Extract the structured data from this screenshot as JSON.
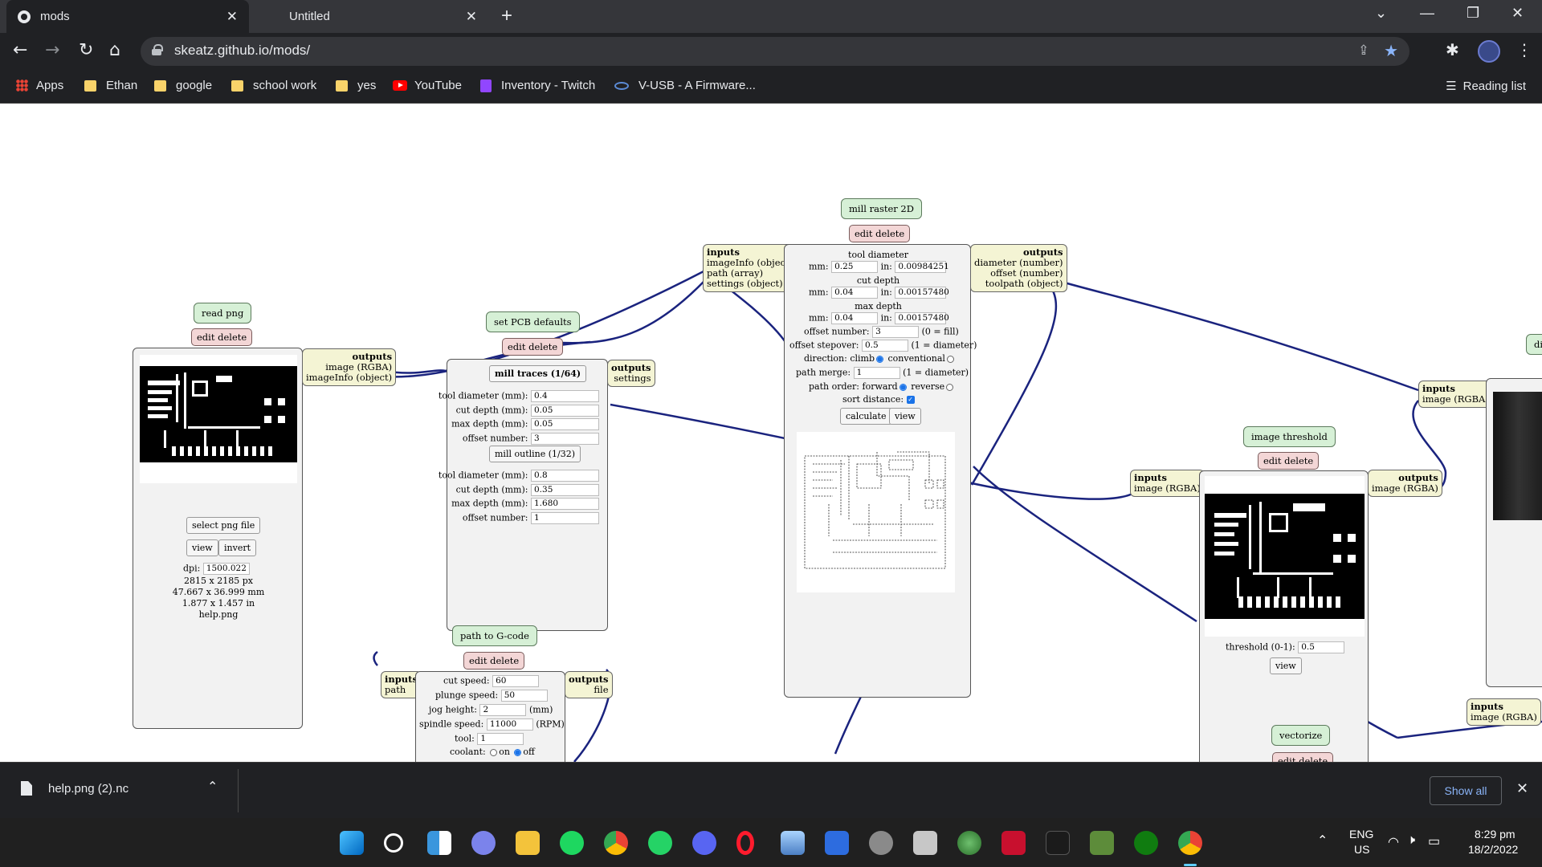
{
  "browser": {
    "tabs": [
      {
        "label": "mods",
        "active": true
      },
      {
        "label": "Untitled",
        "active": false
      }
    ],
    "url": "skeatz.github.io/mods/",
    "bookmarks": [
      "Apps",
      "Ethan",
      "google",
      "school work",
      "yes",
      "YouTube",
      "Inventory - Twitch",
      "V-USB - A Firmware..."
    ],
    "reading_list": "Reading list"
  },
  "modules": {
    "read_png": {
      "title": "read png",
      "edit": "edit delete",
      "outputs_label": "outputs",
      "outputs": [
        "image (RGBA)",
        "imageInfo (object)"
      ],
      "select_button": "select png file",
      "view_button": "view",
      "invert_button": "invert",
      "dpi_label": "dpi:",
      "dpi_value": "1500.022",
      "px_size": "2815 x 2185 px",
      "mm_size": "47.667 x 36.999 mm",
      "in_size": "1.877 x 1.457 in",
      "file": "help.png"
    },
    "set_pcb": {
      "title": "set PCB defaults",
      "edit": "edit delete",
      "outputs_label": "outputs",
      "output": "settings",
      "traces_button": "mill traces (1/64)",
      "outline_button": "mill outline (1/32)",
      "labels": {
        "tool_diameter": "tool diameter (mm):",
        "cut_depth": "cut depth (mm):",
        "max_depth": "max depth (mm):",
        "offset_number": "offset number:"
      },
      "traces": {
        "tool_diameter": "0.4",
        "cut_depth": "0.05",
        "max_depth": "0.05",
        "offset_number": "3"
      },
      "outline": {
        "tool_diameter": "0.8",
        "cut_depth": "0.35",
        "max_depth": "1.680",
        "offset_number": "1"
      }
    },
    "mill_raster": {
      "title": "mill raster 2D",
      "edit": "edit delete",
      "inputs_label": "inputs",
      "inputs": [
        "imageInfo (object)",
        "path (array)",
        "settings (object)"
      ],
      "outputs_label": "outputs",
      "outputs": [
        "diameter (number)",
        "offset (number)",
        "toolpath (object)"
      ],
      "tool_diameter_heading": "tool diameter",
      "tool_diameter_mm": "0.25",
      "tool_diameter_in": "0.00984251",
      "cut_depth_heading": "cut depth",
      "cut_depth_mm": "0.04",
      "cut_depth_in": "0.00157480",
      "max_depth_heading": "max depth",
      "max_depth_mm": "0.04",
      "max_depth_in": "0.00157480",
      "mm_label": "mm:",
      "in_label": "in:",
      "offset_number_label": "offset number:",
      "offset_number": "3",
      "offset_number_note": "(0 = fill)",
      "offset_stepover_label": "offset stepover:",
      "offset_stepover": "0.5",
      "offset_stepover_note": "(1 = diameter)",
      "direction_label": "direction:",
      "direction_climb": "climb",
      "direction_conventional": "conventional",
      "path_merge_label": "path merge:",
      "path_merge": "1",
      "path_merge_note": "(1 = diameter)",
      "path_order_label": "path order:",
      "path_order_forward": "forward",
      "path_order_reverse": "reverse",
      "sort_distance_label": "sort distance:",
      "calculate_button": "calculate",
      "view_button": "view"
    },
    "image_threshold": {
      "title": "image threshold",
      "edit": "edit delete",
      "inputs_label": "inputs",
      "input": "image (RGBA)",
      "outputs_label": "outputs",
      "output": "image (RGBA)",
      "threshold_label": "threshold (0-1):",
      "threshold_value": "0.5",
      "view_button": "view"
    },
    "path_to_gcode": {
      "title": "path to G-code",
      "edit": "edit delete",
      "inputs_label": "inputs",
      "input": "path",
      "outputs_label": "outputs",
      "output": "file",
      "cut_speed_label": "cut speed:",
      "cut_speed": "60",
      "plunge_speed_label": "plunge speed:",
      "plunge_speed": "50",
      "jog_height_label": "jog height:",
      "jog_height": "2",
      "jog_height_unit": "(mm)",
      "spindle_speed_label": "spindle speed:",
      "spindle_speed": "11000",
      "spindle_speed_unit": "(RPM)",
      "tool_label": "tool:",
      "tool": "1",
      "coolant_label": "coolant:",
      "coolant_on": "on",
      "coolant_off": "off"
    },
    "right_edge": {
      "inputs_label": "inputs",
      "input": "image (RGBA)",
      "partial_title": "di"
    },
    "bottom_right": {
      "inputs_label": "inputs",
      "input": "image (RGBA)"
    },
    "vectorize": {
      "title": "vectorize",
      "edit": "edit delete"
    }
  },
  "download": {
    "file": "help.png (2).nc",
    "show_all": "Show all"
  },
  "taskbar": {
    "language": "ENG",
    "region": "US",
    "time": "8:29 pm",
    "date": "18/2/2022"
  },
  "colors": {
    "wire": "#1a237e",
    "title_bg": "#d6f0d6",
    "edit_bg": "#f3d6d6",
    "io_bg": "#f4f4d4",
    "accent": "#8ab4f8"
  }
}
